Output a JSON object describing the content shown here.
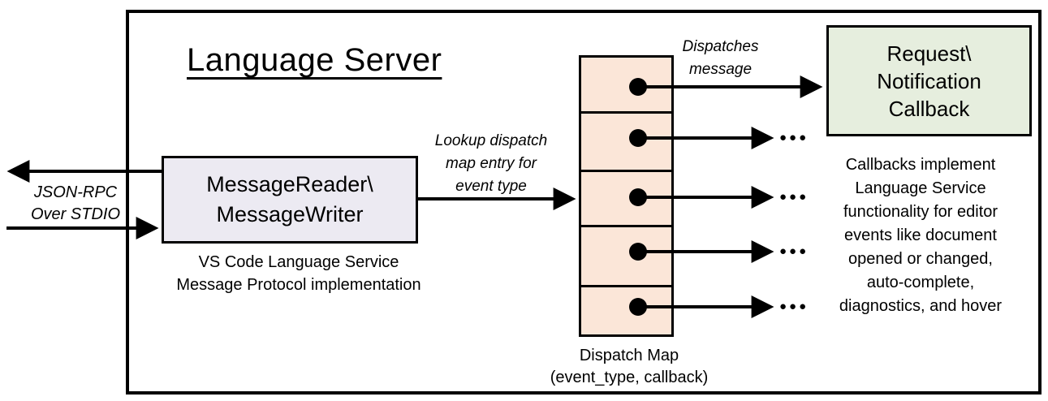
{
  "title": "Language Server",
  "colors": {
    "outline": "#000000",
    "reader_box_fill": "#ECEAF2",
    "dispatch_map_fill": "#FBE6D8",
    "callback_box_fill": "#E6EEDE"
  },
  "io_channel": {
    "label_line1": "JSON-RPC",
    "label_line2": "Over STDIO"
  },
  "reader_writer": {
    "name_line1": "MessageReader\\",
    "name_line2": "MessageWriter",
    "caption_line1": "VS Code Language Service",
    "caption_line2": "Message Protocol implementation"
  },
  "lookup_note": {
    "line1": "Lookup dispatch",
    "line2": "map entry for",
    "line3": "event type"
  },
  "dispatch_note": {
    "line1": "Dispatches",
    "line2": "message"
  },
  "dispatch_map": {
    "caption_line1": "Dispatch Map",
    "caption_line2": "(event_type, callback)",
    "row_count": 5,
    "ellipsis": "●●●"
  },
  "callback_box": {
    "line1": "Request\\",
    "line2": "Notification",
    "line3": "Callback"
  },
  "callbacks_note": {
    "lines": [
      "Callbacks implement",
      "Language Service",
      "functionality for editor",
      "events like document",
      "opened or changed,",
      "auto-complete,",
      "diagnostics, and hover"
    ]
  }
}
